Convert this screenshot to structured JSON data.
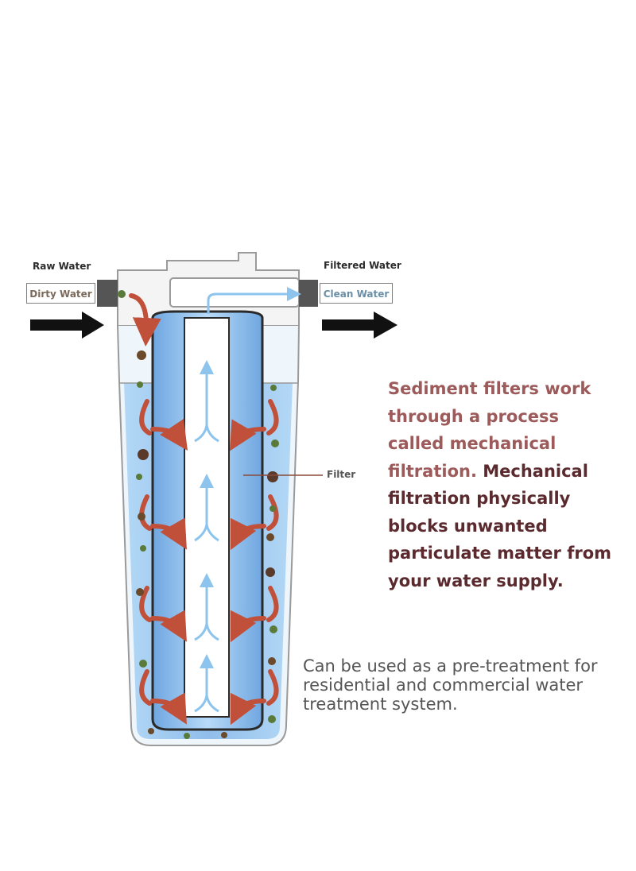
{
  "labels": {
    "raw_water": "Raw Water",
    "filtered_water": "Filtered Water",
    "dirty_water": "Dirty Water",
    "clean_water": "Clean Water",
    "filter": "Filter"
  },
  "description": {
    "intro": "Sediment filters work through a process called mechanical filtration.",
    "detail": "Mechanical filtration physically blocks unwanted particulate matter from your water supply."
  },
  "usage_note": "Can be used as a pre-treatment for residential and commercial water treatment system.",
  "colors": {
    "intro_text": "#9c5a5a",
    "detail_text": "#5a2a2e",
    "water": "#8fc0ec",
    "flow_arrow": "#c0503a",
    "clean_arrow": "#8cc4ee"
  }
}
